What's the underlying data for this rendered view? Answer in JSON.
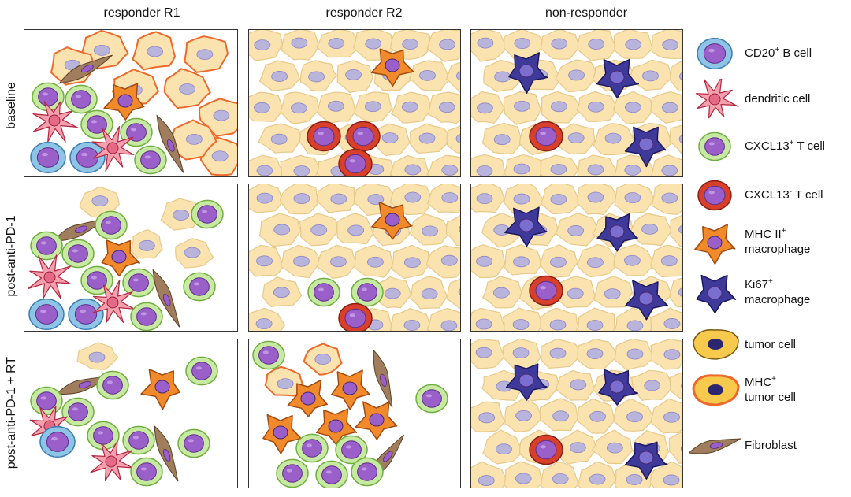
{
  "columns": [
    "responder R1",
    "responder R2",
    "non-responder"
  ],
  "rows": [
    "baseline",
    "post-anti-PD-1",
    "post-anti-PD-1 + RT"
  ],
  "legend": [
    {
      "key": "b_cell",
      "label": "CD20",
      "sup": "+",
      "label_rest": " B cell"
    },
    {
      "key": "dendritic",
      "label": "dendritic cell",
      "sup": "",
      "label_rest": ""
    },
    {
      "key": "t_pos",
      "label": "CXCL13",
      "sup": "+",
      "label_rest": " T cell"
    },
    {
      "key": "t_neg",
      "label": "CXCL13",
      "sup": "-",
      "label_rest": " T cell"
    },
    {
      "key": "mhc_mac",
      "label": "MHC II",
      "sup": "+",
      "label_rest": "",
      "line2": "macrophage"
    },
    {
      "key": "ki67_mac",
      "label": "Ki67",
      "sup": "+",
      "label_rest": "",
      "line2": "macrophage"
    },
    {
      "key": "tumor",
      "label": "tumor cell",
      "sup": "",
      "label_rest": ""
    },
    {
      "key": "mhc_tumor",
      "label": "MHC",
      "sup": "+",
      "label_rest": "",
      "line2": "tumor cell"
    },
    {
      "key": "fibroblast",
      "label": "Fibroblast",
      "sup": "",
      "label_rest": ""
    }
  ],
  "colors": {
    "tumor_fill": "#fbe3b0",
    "tumor_stroke": "#e6c98a",
    "tumor_nucleus": "#b9b4dc",
    "mhc_tumor_stroke": "#ee6a2c",
    "green": "#c7e9a2",
    "green_stroke": "#6fae3e",
    "blue_b": "#8ec5e6",
    "red_t": "#d9402c",
    "purple_nucleus": "#9b5fc9",
    "orange_mac": "#f08a2a",
    "ki67_mac": "#3f3a9a",
    "dendritic": "#f4a0ae",
    "fibroblast": "#a07d5c"
  }
}
